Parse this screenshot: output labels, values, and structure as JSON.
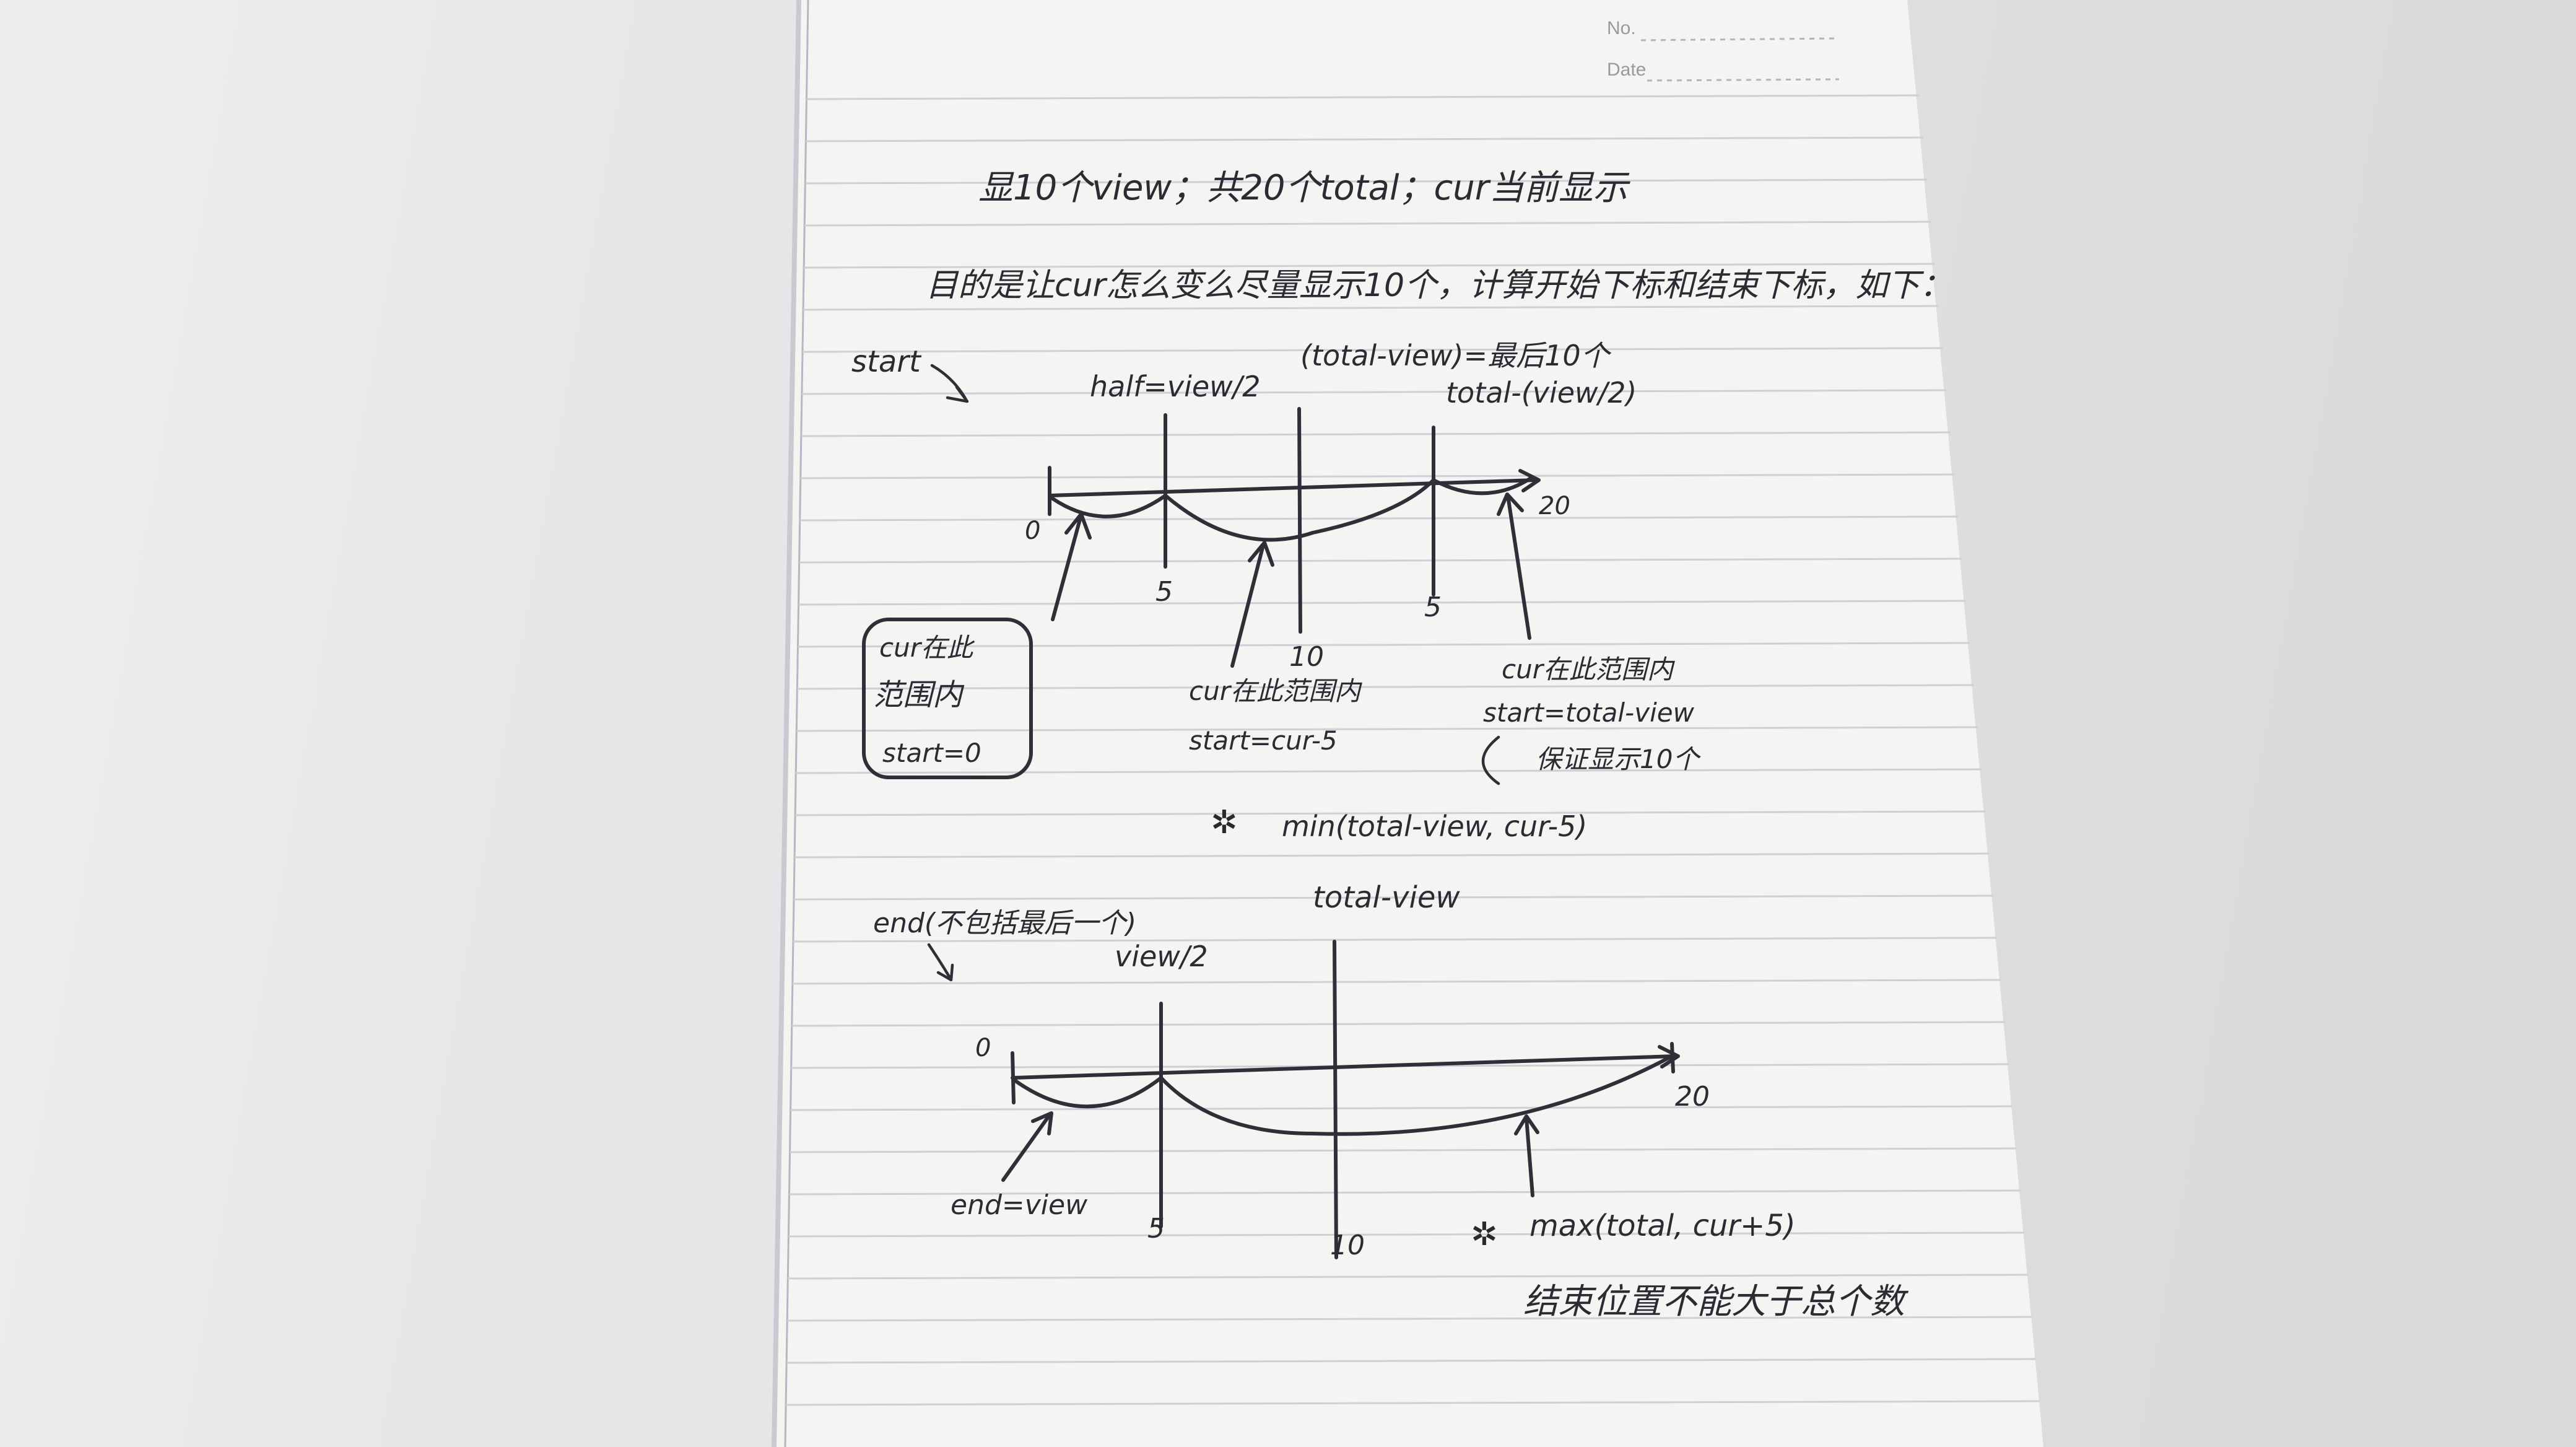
{
  "header": {
    "no_label": "No.",
    "date_label": "Date"
  },
  "notes": {
    "line1": "显10个view；共20个total；cur当前显示",
    "line2": "目的是让cur怎么变么尽量显示10个，计算开始下标和结束下标，如下：",
    "diagram1": {
      "start_label": "start",
      "half_label": "half=view/2",
      "total_view_label": "(total-view)=最后10个",
      "total_half_label": "total-(view/2)",
      "tick_0": "0",
      "tick_5a": "5",
      "tick_10": "10",
      "tick_5b": "5",
      "tick_20": "20",
      "box_line1": "cur在此",
      "box_line2": "范围内",
      "box_line3": "start=0",
      "mid_line1": "cur在此范围内",
      "mid_line2": "start=cur-5",
      "right_line1": "cur在此范围内",
      "right_line2": "start=total-view",
      "right_line3": "保证显示10个",
      "formula": "min(total-view, cur-5)"
    },
    "diagram2": {
      "end_label": "end(不包括最后一个)",
      "view_half_label": "view/2",
      "total_view_label": "total-view",
      "tick_0": "0",
      "tick_20": "20",
      "tick_5": "5",
      "tick_10": "10",
      "end_view_label": "end=view",
      "formula": "max(total, cur+5)",
      "note": "结束位置不能大于总个数"
    }
  }
}
